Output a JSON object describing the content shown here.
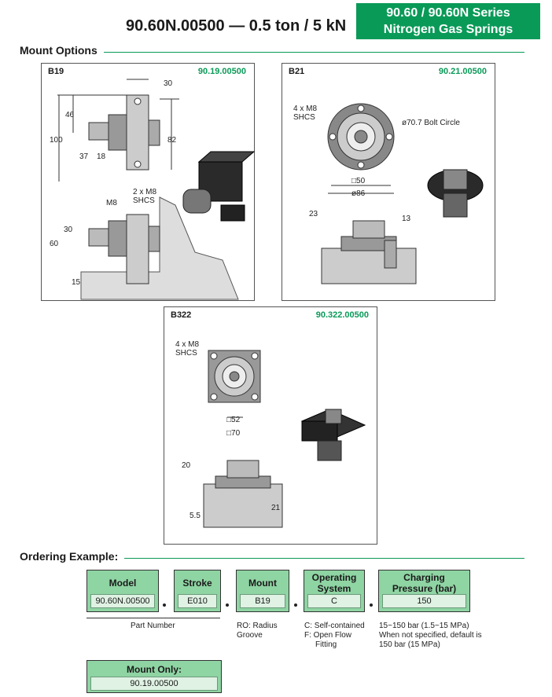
{
  "header": {
    "title": "90.60N.00500 — 0.5 ton / 5 kN",
    "series_line1": "90.60 / 90.60N Series",
    "series_line2": "Nitrogen Gas Springs"
  },
  "mount_options": {
    "heading": "Mount Options",
    "b19": {
      "label": "B19",
      "part": "90.19.00500",
      "dims": [
        "30",
        "46",
        "100",
        "37",
        "18",
        "82",
        "30",
        "60",
        "15"
      ],
      "callout_m8": "M8",
      "callout_shcs_1": "2 x M8",
      "callout_shcs_2": "SHCS"
    },
    "b21": {
      "label": "B21",
      "part": "90.21.00500",
      "callout_1": "4 x M8",
      "callout_2": "SHCS",
      "bolt_circle": "ø70.7 Bolt Circle",
      "sq50": "□50",
      "dia86": "ø86",
      "dim_23": "23",
      "dim_13": "13"
    },
    "b322": {
      "label": "B322",
      "part": "90.322.00500",
      "callout_1": "4 x M8",
      "callout_2": "SHCS",
      "sq52": "□52",
      "sq70": "□70",
      "dim_20": "20",
      "dim_55": "5.5",
      "dim_21": "21"
    }
  },
  "ordering": {
    "heading": "Ordering Example:",
    "fields": [
      {
        "head": "Model",
        "value": "90.60N.00500"
      },
      {
        "head": "Stroke",
        "value": "E010"
      },
      {
        "head": "Mount",
        "value": "B19"
      },
      {
        "head": "Operating System",
        "value": "C"
      },
      {
        "head": "Charging Pressure (bar)",
        "value": "150"
      }
    ],
    "part_number_label": "Part Number",
    "notes": {
      "mount": [
        "RO: Radius",
        "Groove"
      ],
      "operating": [
        "C: Self-contained",
        "F: Open Flow",
        "Fitting"
      ],
      "pressure": [
        "15~150 bar (1.5~15 MPa)",
        "When not specified, default is",
        "150 bar (15 MPa)"
      ]
    },
    "mount_only": {
      "head": "Mount Only:",
      "value": "90.19.00500"
    }
  }
}
